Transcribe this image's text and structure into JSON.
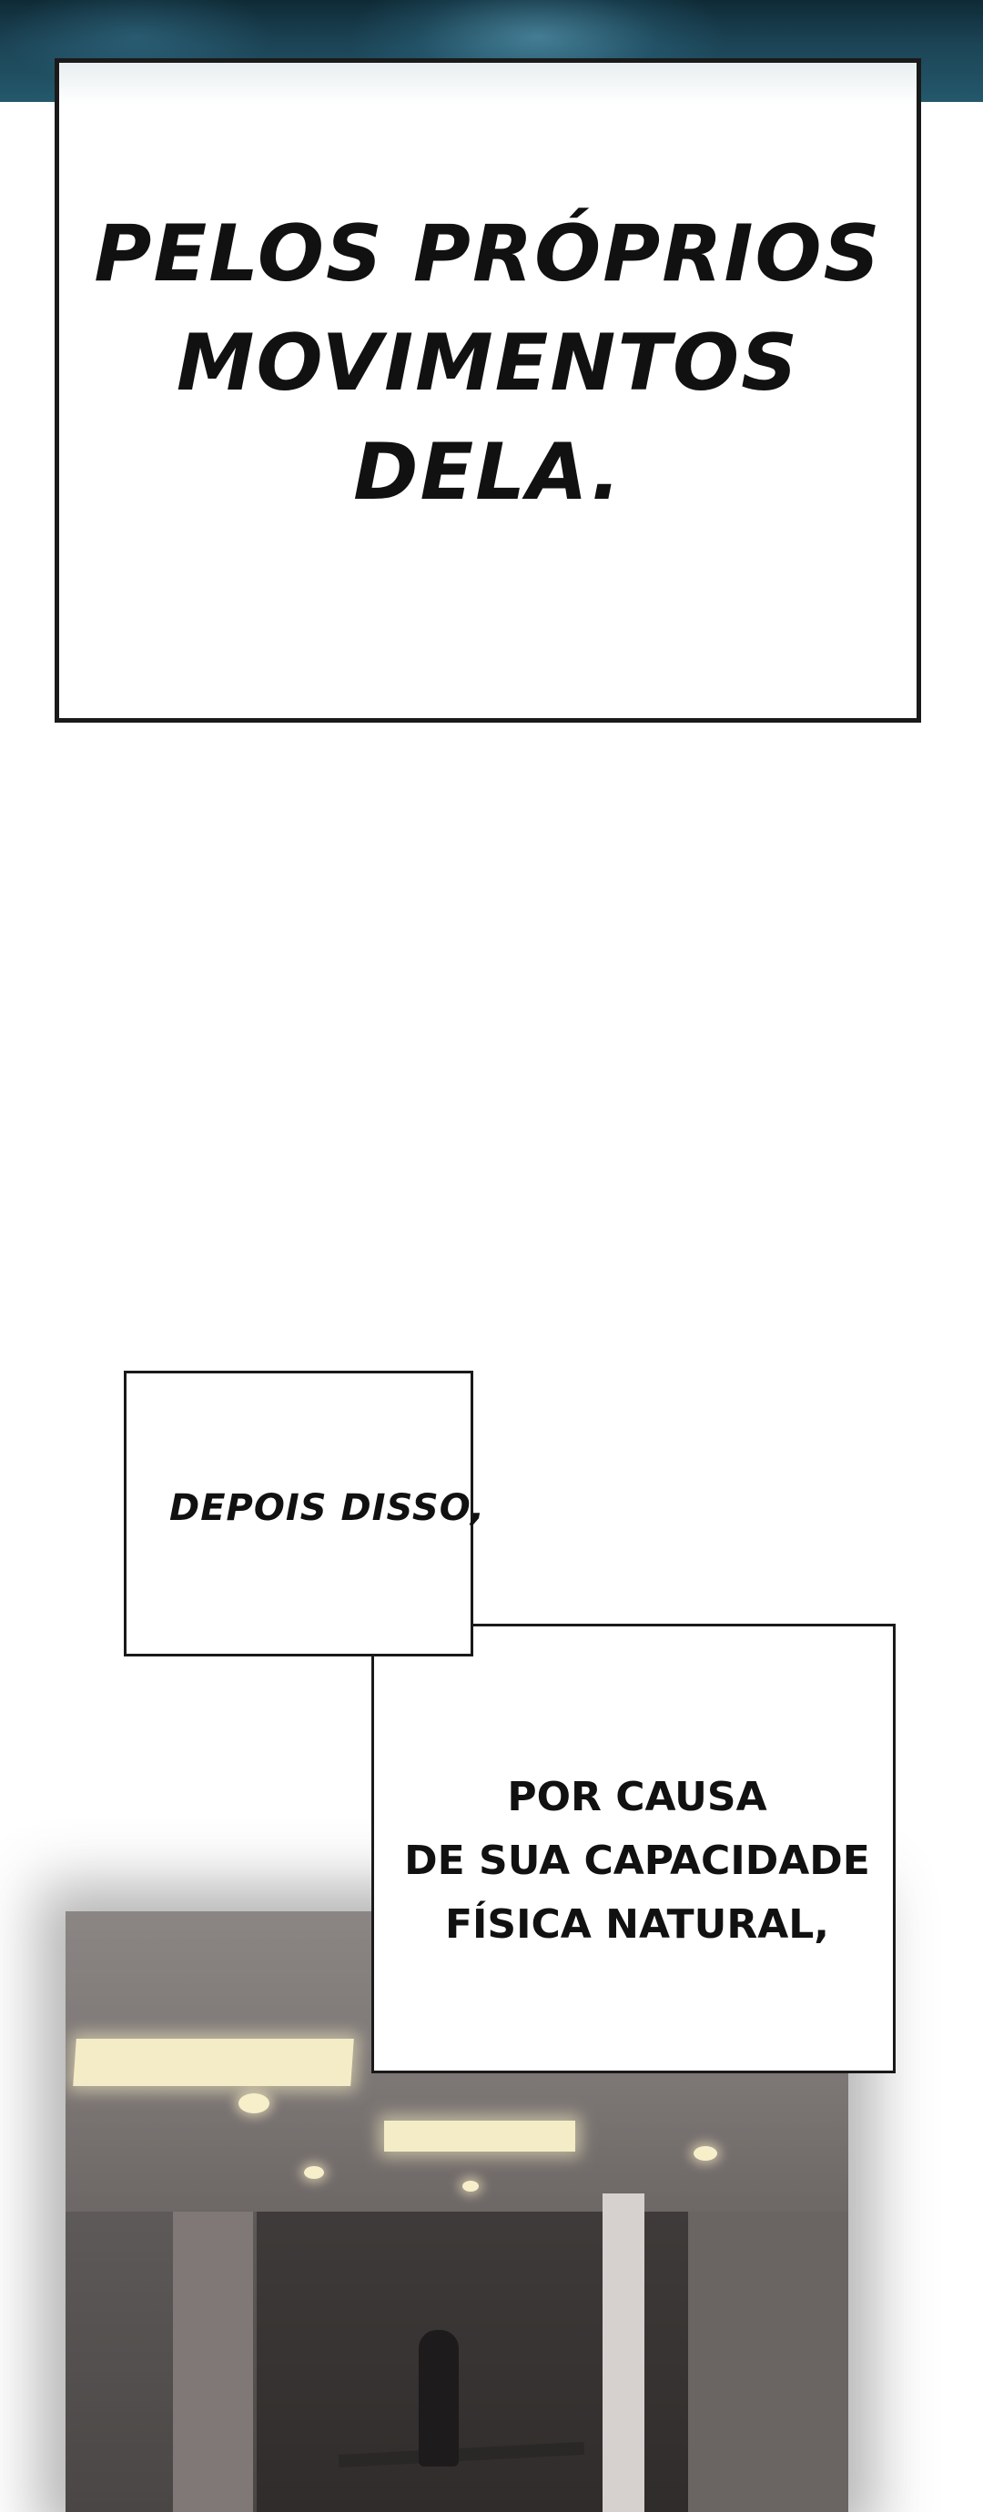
{
  "panels": {
    "caption_main": {
      "text": "PELOS PRÓPRIOS MOVIMENTOS DELA."
    },
    "caption_small_1": {
      "text": "DEPOIS DISSO,"
    },
    "caption_small_2": {
      "lines": [
        "POR CAUSA",
        "DE SUA CAPACIDADE",
        "FÍSICA NATURAL,"
      ]
    }
  },
  "colors": {
    "top_strip": "#1c4557",
    "border": "#1a1a1a",
    "scene": "#6e6a69",
    "light": "#f4ecc6"
  }
}
